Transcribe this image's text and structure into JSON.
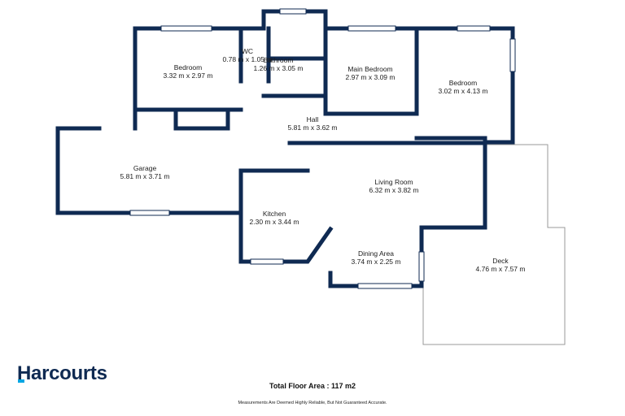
{
  "rooms": {
    "bedroom": {
      "name": "Bedroom",
      "size": "3.32 m x 2.97 m"
    },
    "wc": {
      "name": "WC",
      "size": "0.78 m x 1.05 m"
    },
    "bathroom": {
      "name": "Bathroom",
      "size": "1.26 m x 3.05 m"
    },
    "main_bedroom": {
      "name": "Main Bedroom",
      "size": "2.97 m x 3.09 m"
    },
    "bedroom2": {
      "name": "Bedroom",
      "size": "3.02 m x 4.13 m"
    },
    "hall": {
      "name": "Hall",
      "size": "5.81 m x 3.62 m"
    },
    "garage": {
      "name": "Garage",
      "size": "5.81 m x 3.71 m"
    },
    "living_room": {
      "name": "Living Room",
      "size": "6.32 m x 3.82 m"
    },
    "kitchen": {
      "name": "Kitchen",
      "size": "2.30 m x 3.44 m"
    },
    "dining_area": {
      "name": "Dining Area",
      "size": "3.74 m x 2.25 m"
    },
    "deck": {
      "name": "Deck",
      "size": "4.76 m x 7.57 m"
    }
  },
  "brand": {
    "name": "Harcourts"
  },
  "footer": {
    "total_floor_area": "Total Floor Area : 117 m2",
    "disclaimer": "Measurements Are Deemed Highly Reliable, But Not Guaranteed Accurate."
  },
  "colors": {
    "wall": "#0f2a52",
    "accent": "#00a6e3",
    "deck_line": "#9a9a9a"
  }
}
